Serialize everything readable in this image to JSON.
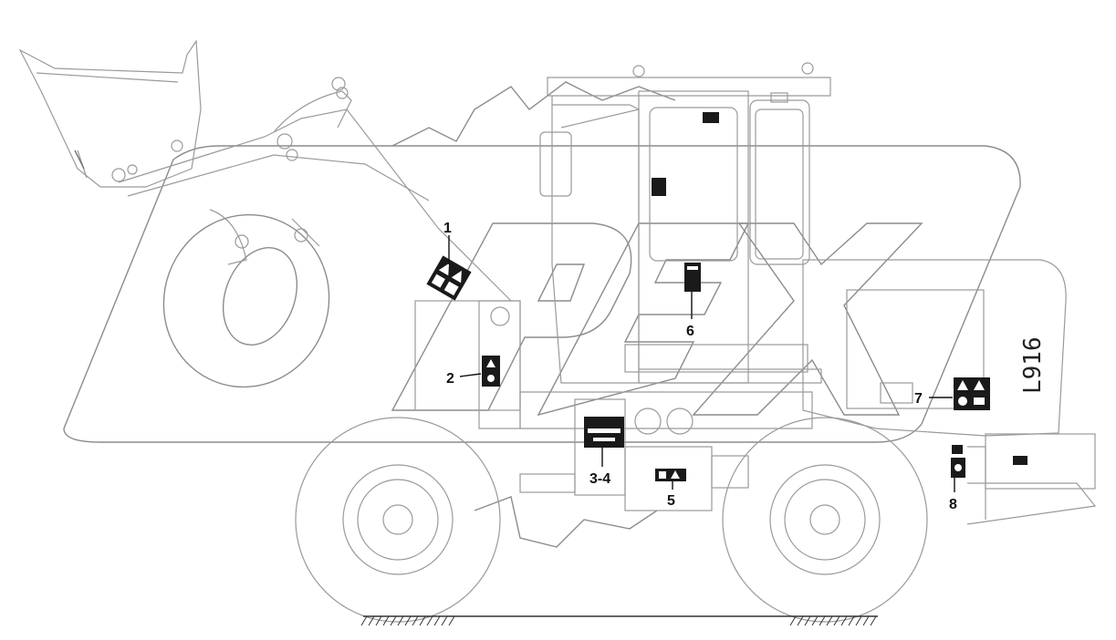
{
  "diagram": {
    "model_badge": "L916",
    "callouts": [
      {
        "id": "c1",
        "label": "1"
      },
      {
        "id": "c2",
        "label": "2"
      },
      {
        "id": "c3",
        "label": "3-4"
      },
      {
        "id": "c5",
        "label": "5"
      },
      {
        "id": "c6",
        "label": "6"
      },
      {
        "id": "c7",
        "label": "7"
      },
      {
        "id": "c8",
        "label": "8"
      }
    ],
    "watermark": "OPEX"
  },
  "colors": {
    "line": "#9a9a9a",
    "decal": "#1a1a1a",
    "text": "#111111"
  }
}
